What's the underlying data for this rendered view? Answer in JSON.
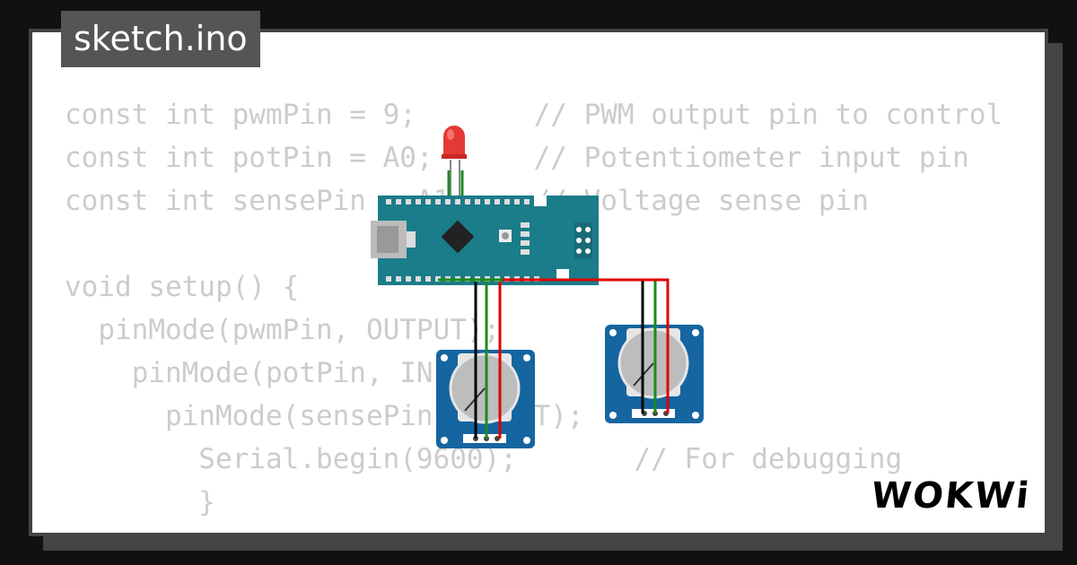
{
  "filename_tab": {
    "label": "sketch.ino"
  },
  "code_lines": [
    "const int pwmPin = 9;       // PWM output pin to control",
    "const int potPin = A0;      // Potentiometer input pin",
    "const int sensePin = A1;    // Voltage sense pin",
    "",
    "void setup() {",
    "  pinMode(pwmPin, OUTPUT);",
    "    pinMode(potPin, INPUT);",
    "      pinMode(sensePin, INPUT);",
    "        Serial.begin(9600);       // For debugging",
    "        }"
  ],
  "logo": {
    "text": "WOKWi"
  },
  "components": {
    "led": {
      "name": "red-led",
      "color": "#e53935"
    },
    "board": {
      "name": "arduino-nano",
      "color": "#1b7c8a"
    },
    "pots": [
      {
        "name": "potentiometer-1"
      },
      {
        "name": "potentiometer-2"
      }
    ]
  },
  "wire_colors": {
    "gnd": "#000000",
    "signal": "#1a8a1a",
    "vcc": "#e00000"
  }
}
